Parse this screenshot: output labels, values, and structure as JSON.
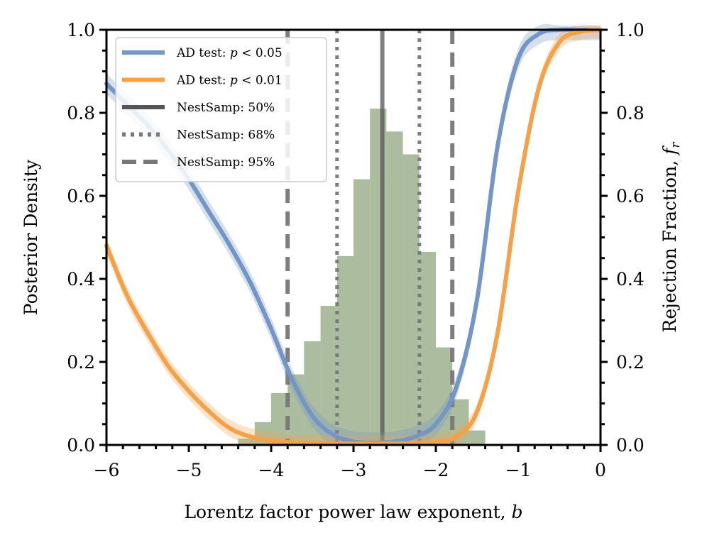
{
  "chart_data": {
    "type": "histogram+line",
    "xlabel": "Lorentz factor power law exponent, ",
    "xlabel_var": "b",
    "ylabel_left": "Posterior Density",
    "ylabel_right": "Rejection Fraction, ",
    "ylabel_right_var": "f",
    "ylabel_right_sub": "r",
    "xlim": [
      -6,
      0
    ],
    "ylim": [
      0,
      1
    ],
    "x_ticks": [
      -6,
      -5,
      -4,
      -3,
      -2,
      -1,
      0
    ],
    "x_tick_labels": [
      "−6",
      "−5",
      "−4",
      "−3",
      "−2",
      "−1",
      "0"
    ],
    "y_ticks": [
      0,
      0.2,
      0.4,
      0.6,
      0.8,
      1.0
    ],
    "y_tick_labels": [
      "0.0",
      "0.2",
      "0.4",
      "0.6",
      "0.8",
      "1.0"
    ],
    "legend_placement": "top-left",
    "histogram": {
      "color": "#8ba27a",
      "bins": [
        {
          "x0": -4.4,
          "x1": -4.2,
          "value": 0.015
        },
        {
          "x0": -4.2,
          "x1": -4.0,
          "value": 0.055
        },
        {
          "x0": -4.0,
          "x1": -3.8,
          "value": 0.125
        },
        {
          "x0": -3.8,
          "x1": -3.6,
          "value": 0.17
        },
        {
          "x0": -3.6,
          "x1": -3.4,
          "value": 0.25
        },
        {
          "x0": -3.4,
          "x1": -3.2,
          "value": 0.335
        },
        {
          "x0": -3.2,
          "x1": -3.0,
          "value": 0.455
        },
        {
          "x0": -3.0,
          "x1": -2.8,
          "value": 0.64
        },
        {
          "x0": -2.8,
          "x1": -2.6,
          "value": 0.81
        },
        {
          "x0": -2.6,
          "x1": -2.4,
          "value": 0.755
        },
        {
          "x0": -2.4,
          "x1": -2.2,
          "value": 0.7
        },
        {
          "x0": -2.2,
          "x1": -2.0,
          "value": 0.465
        },
        {
          "x0": -2.0,
          "x1": -1.8,
          "value": 0.235
        },
        {
          "x0": -1.8,
          "x1": -1.6,
          "value": 0.11
        },
        {
          "x0": -1.6,
          "x1": -1.4,
          "value": 0.035
        }
      ]
    },
    "series": [
      {
        "name": "AD test: ",
        "pvar": "p",
        "threshold": " < 0.05",
        "color": "#7396c4",
        "x": [
          -6.0,
          -5.75,
          -5.5,
          -5.25,
          -5.0,
          -4.75,
          -4.5,
          -4.25,
          -4.0,
          -3.75,
          -3.5,
          -3.25,
          -3.0,
          -2.75,
          -2.5,
          -2.25,
          -2.0,
          -1.75,
          -1.5,
          -1.25,
          -1.0,
          -0.75,
          -0.5,
          -0.25,
          0.0
        ],
        "y": [
          0.87,
          0.82,
          0.77,
          0.71,
          0.64,
          0.56,
          0.48,
          0.39,
          0.28,
          0.16,
          0.07,
          0.025,
          0.008,
          0.005,
          0.008,
          0.02,
          0.05,
          0.14,
          0.35,
          0.72,
          0.93,
          0.99,
          1.0,
          1.0,
          1.0
        ],
        "band": 0.025
      },
      {
        "name": "AD test: ",
        "pvar": "p",
        "threshold": " < 0.01",
        "color": "#f4a24a",
        "x": [
          -6.0,
          -5.75,
          -5.5,
          -5.25,
          -5.0,
          -4.75,
          -4.5,
          -4.25,
          -4.0,
          -3.75,
          -3.5,
          -3.25,
          -3.0,
          -2.75,
          -2.5,
          -2.25,
          -2.0,
          -1.75,
          -1.5,
          -1.25,
          -1.0,
          -0.75,
          -0.5,
          -0.25,
          0.0
        ],
        "y": [
          0.48,
          0.36,
          0.27,
          0.19,
          0.13,
          0.08,
          0.04,
          0.02,
          0.01,
          0.006,
          0.004,
          0.003,
          0.003,
          0.003,
          0.003,
          0.004,
          0.007,
          0.02,
          0.08,
          0.27,
          0.61,
          0.86,
          0.97,
          0.995,
          1.0
        ],
        "band": 0.02
      }
    ],
    "vlines": [
      {
        "name": "NestSamp: 50%",
        "style": "solid",
        "color": "#555555",
        "x": [
          -2.65
        ]
      },
      {
        "name": "NestSamp: 68%",
        "style": "dotted",
        "color": "#777777",
        "x": [
          -3.2,
          -2.2
        ]
      },
      {
        "name": "NestSamp: 95%",
        "style": "dashed",
        "color": "#777777",
        "x": [
          -3.8,
          -1.8
        ]
      }
    ]
  }
}
